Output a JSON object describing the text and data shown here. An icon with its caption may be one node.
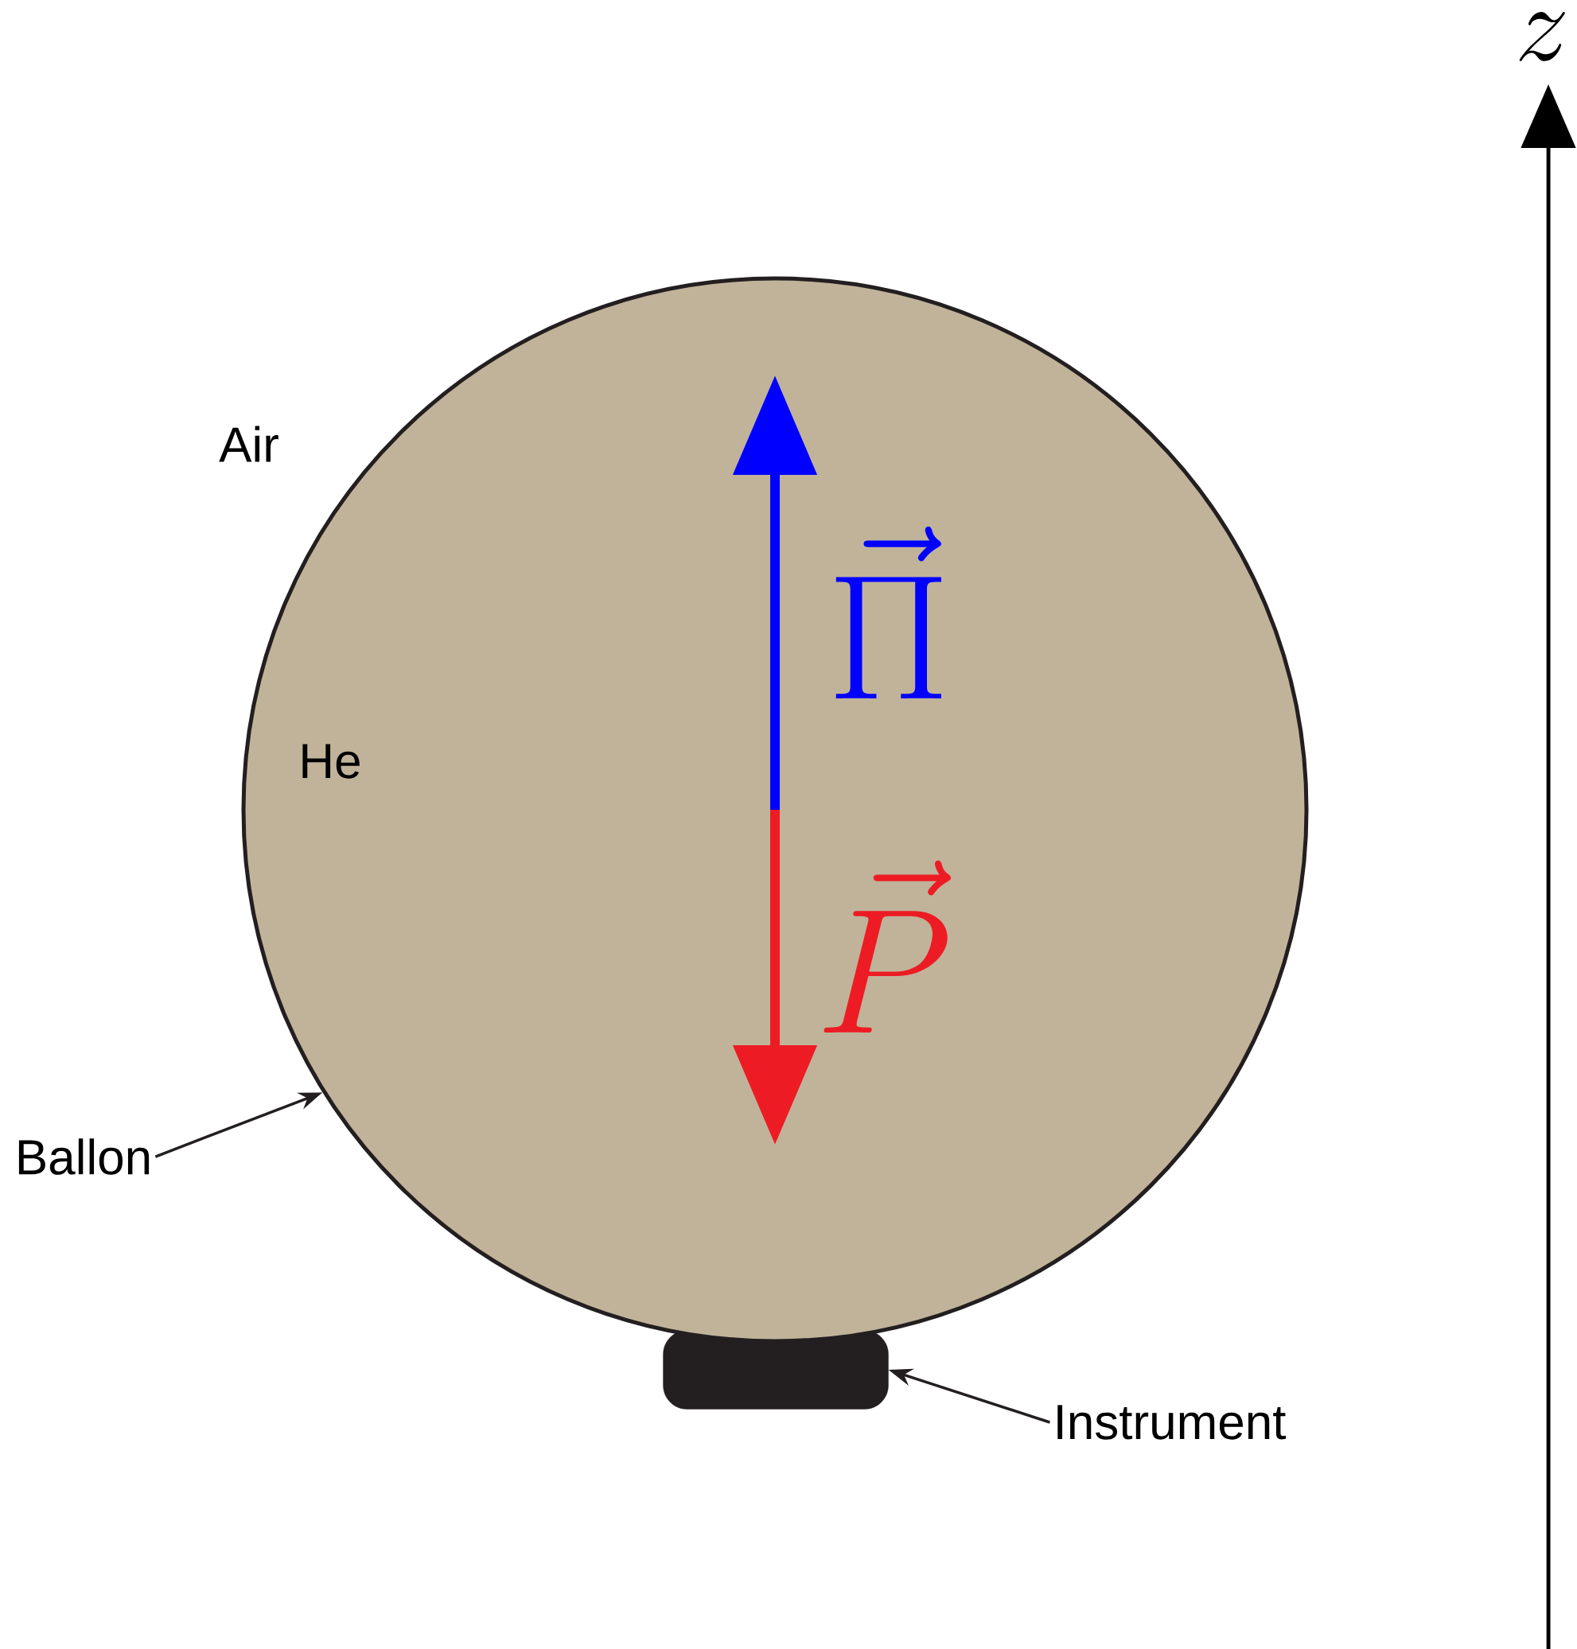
{
  "diagram": {
    "nodes": [
      {
        "text": [
          "Ballon"
        ]
      },
      {
        "text": [],
        "shape": "circle"
      },
      {
        "text": [
          "Instrument"
        ]
      },
      {
        "text": [],
        "shape": "box"
      }
    ],
    "edges": [
      {
        "from": 0,
        "to": 1,
        "arrow": "to"
      },
      {
        "from": 2,
        "to": 3,
        "arrow": "to"
      }
    ],
    "labels": [
      "Air",
      "He",
      "\\vec{\\Pi}",
      "\\vec{P}",
      "z"
    ]
  }
}
